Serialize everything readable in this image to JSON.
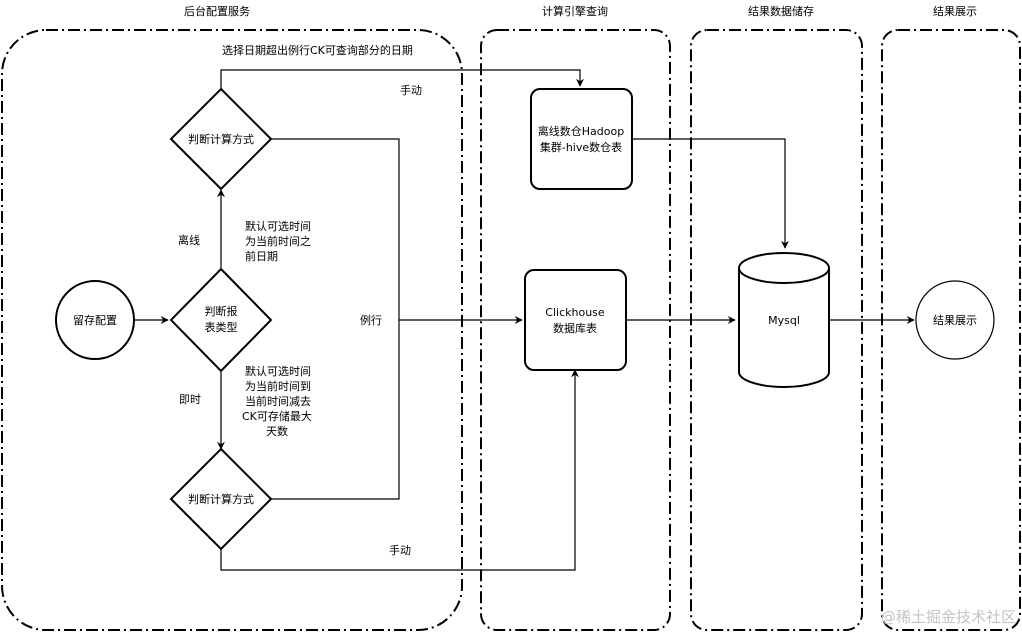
{
  "lanes": {
    "backend": "后台配置服务",
    "compute": "计算引擎查询",
    "storage": "结果数据储存",
    "display": "结果展示"
  },
  "nodes": {
    "save_config": "留存配置",
    "report_type_line1": "判断报",
    "report_type_line2": "表类型",
    "calc_method_top": "判断计算方式",
    "calc_method_bottom": "判断计算方式",
    "hadoop_line1": "离线数仓Hadoop",
    "hadoop_line2": "集群-hive数仓表",
    "clickhouse_line1": "Clickhouse",
    "clickhouse_line2": "数据库表",
    "mysql": "Mysql",
    "result_display": "结果展示"
  },
  "edge_labels": {
    "offline": "离线",
    "realtime": "即时",
    "routine": "例行",
    "manual_top": "手动",
    "manual_bottom": "手动",
    "over_range": "选择日期超出例行CK可查询部分的日期"
  },
  "notes": {
    "offline_note": [
      "默认可选时间",
      "为当前时间之",
      "前日期"
    ],
    "realtime_note": [
      "默认可选时间",
      "为当前时间到",
      "当前时间减去",
      "CK可存储最大",
      "天数"
    ]
  },
  "watermark": "@稀土掘金技术社区"
}
